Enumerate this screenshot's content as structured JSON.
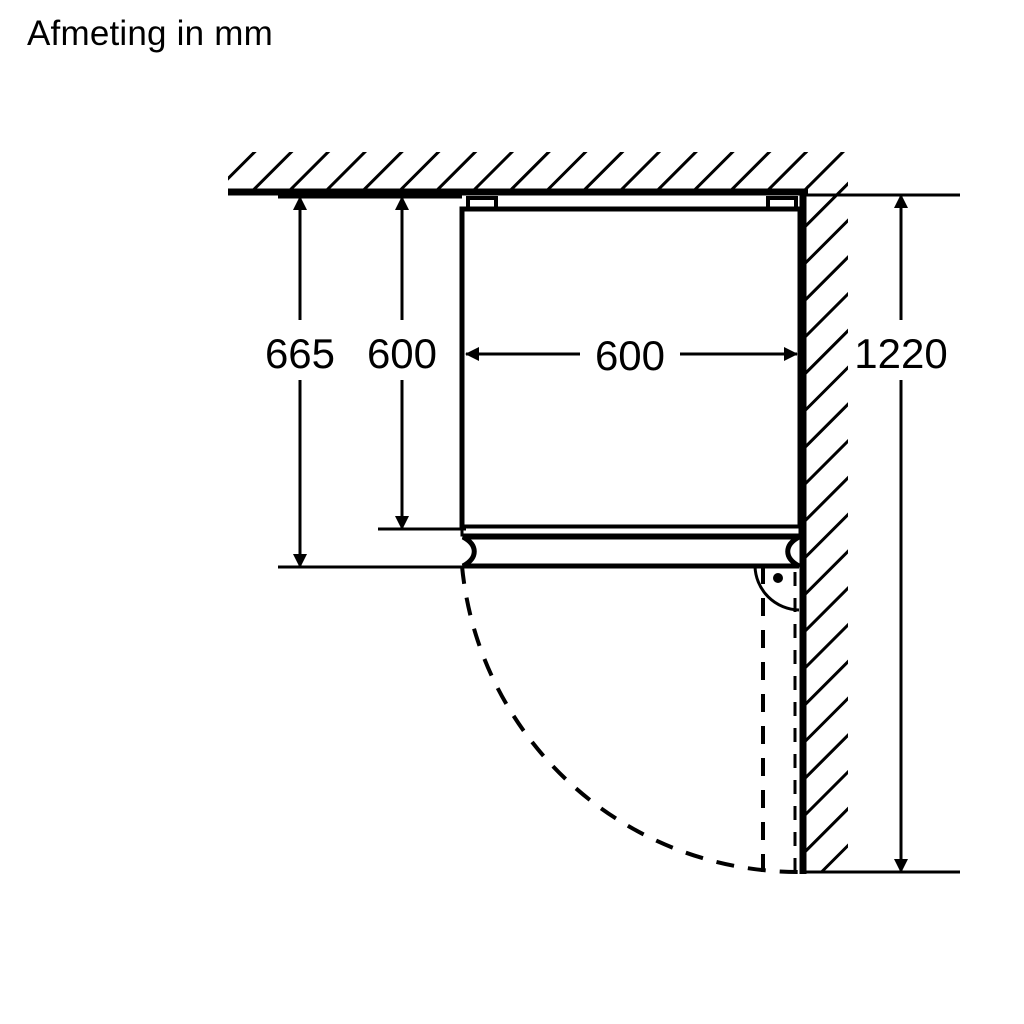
{
  "title": "Afmeting in mm",
  "units": "mm",
  "view": "top-view installation plan with door swing arc",
  "colors": {
    "line": "#000000",
    "background": "#ffffff",
    "hatch": "#000000"
  },
  "dimensions": {
    "depth_with_door": "665",
    "depth_cabinet": "600",
    "width": "600",
    "clearance_total": "1220"
  },
  "labels": {
    "dim_665": "665",
    "dim_600_vertical": "600",
    "dim_600_horizontal": "600",
    "dim_1220": "1220"
  },
  "chart_data": {
    "type": "table",
    "title": "Afmeting in mm",
    "categories": [
      "665",
      "600",
      "600",
      "1220"
    ],
    "values": [
      665,
      600,
      600,
      1220
    ],
    "series": [
      {
        "name": "Afmeting in mm",
        "values": [
          665,
          600,
          600,
          1220
        ]
      }
    ],
    "annotations": [
      {
        "label": "665",
        "value": 665,
        "orientation": "vertical",
        "meaning": "appliance depth including door"
      },
      {
        "label": "600",
        "value": 600,
        "orientation": "vertical",
        "meaning": "appliance cabinet depth"
      },
      {
        "label": "600",
        "value": 600,
        "orientation": "horizontal",
        "meaning": "appliance width"
      },
      {
        "label": "1220",
        "value": 1220,
        "orientation": "vertical",
        "meaning": "total clearance for door swing"
      }
    ],
    "xlabel": "",
    "ylabel": "mm",
    "grid": false,
    "legend": "none"
  }
}
